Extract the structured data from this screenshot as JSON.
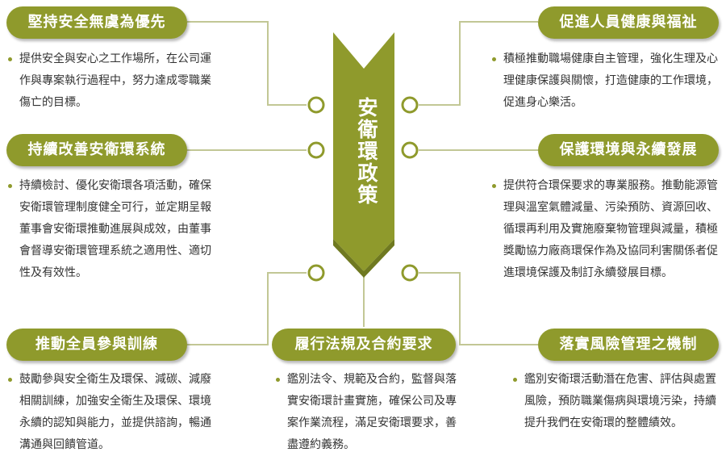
{
  "center_title": "安衛環政策",
  "colors": {
    "olive": "#8f9a2c",
    "olive_dark": "#6f7920",
    "text": "#333333",
    "line": "#c2c795"
  },
  "policies": [
    {
      "title": "堅持安全無虞為優先",
      "text": "提供安全與安心之工作場所，在公司運作與專案執行過程中，努力達成零職業傷亡的目標。"
    },
    {
      "title": "持續改善安衛環系統",
      "text": "持續檢討、優化安衛環各項活動，確保安衛環管理制度健全可行，並定期呈報董事會安衛環推動進展與成效，由董事會督導安衛環管理系統之適用性、適切性及有效性。"
    },
    {
      "title": "推動全員參與訓練",
      "text": "鼓勵參與安全衛生及環保、減碳、減廢相關訓練，加強安全衛生及環保、環境永續的認知與能力，並提供諮詢，暢通溝通與回饋管道。"
    },
    {
      "title": "履行法規及合約要求",
      "text": "鑑別法令、規範及合約，監督與落實安衛環計畫實施，確保公司及專案作業流程，滿足安衛環要求，善盡遵約義務。"
    },
    {
      "title": "促進人員健康與福祉",
      "text": "積極推動職場健康自主管理，強化生理及心理健康保護與關懷，打造健康的工作環境，促進身心樂活。"
    },
    {
      "title": "保護環境與永續發展",
      "text": "提供符合環保要求的專業服務。推動能源管理與溫室氣體減量、污染預防、資源回收、循環再利用及實施廢棄物管理與減量，積極獎勵協力廠商環保作為及協同利害關係者促進環境保護及制訂永續發展目標。"
    },
    {
      "title": "落實風險管理之機制",
      "text": "鑑別安衛環活動潛在危害、評估與處置風險，預防職業傷病與環境污染，持續提升我們在安衛環的整體績效。"
    }
  ]
}
